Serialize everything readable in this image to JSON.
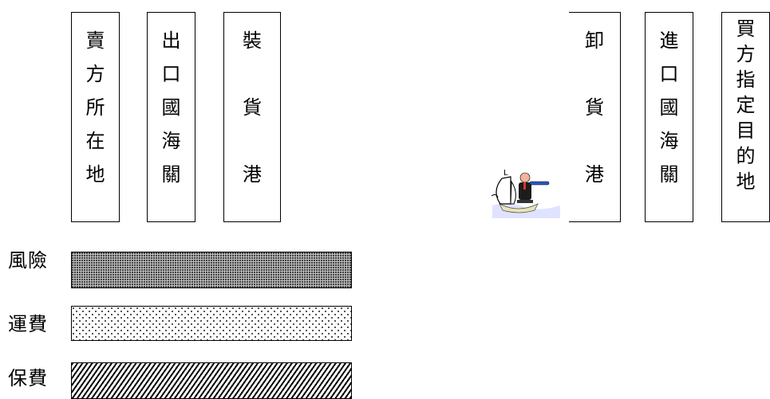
{
  "left_boxes": [
    {
      "id": "seller-location",
      "chars": [
        "賣",
        "方",
        "所",
        "在",
        "地"
      ]
    },
    {
      "id": "export-customs",
      "chars": [
        "出",
        "口",
        "國",
        "海",
        "關"
      ]
    },
    {
      "id": "loading-port",
      "chars": [
        "裝",
        "",
        "貨",
        "",
        "港"
      ]
    }
  ],
  "right_boxes": [
    {
      "id": "unloading-port",
      "chars": [
        "卸",
        "",
        "貨",
        "",
        "港"
      ]
    },
    {
      "id": "import-customs",
      "chars": [
        "進",
        "口",
        "國",
        "海",
        "關"
      ]
    },
    {
      "id": "buyer-destination",
      "chars": [
        "買",
        "方",
        "指",
        "定",
        "目",
        "的",
        "地"
      ]
    }
  ],
  "legend": [
    {
      "label": "風險",
      "pattern": "dense-dots"
    },
    {
      "label": "運費",
      "pattern": "sparse-dots"
    },
    {
      "label": "保費",
      "pattern": "diagonal-hatch"
    }
  ],
  "icons": {
    "ship": "ship-with-lookout-icon"
  }
}
